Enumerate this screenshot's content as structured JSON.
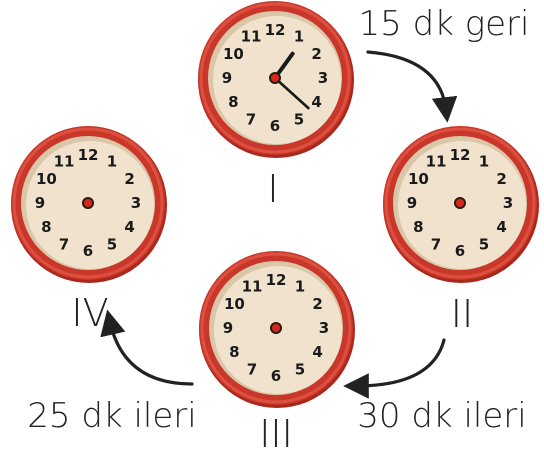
{
  "colors": {
    "rim_outer": "#a8281c",
    "rim_main": "#c9372a",
    "rim_highlight": "#dd5040",
    "face": "#f0e2cc",
    "face_shadow": "#dac6a8",
    "center_dot": "#d8271b",
    "numbers": "#1a1a1a",
    "hands": "#1a1a1a",
    "arrows": "#222222"
  },
  "clock_numbers": [
    "12",
    "1",
    "2",
    "3",
    "4",
    "5",
    "6",
    "7",
    "8",
    "9",
    "10",
    "11"
  ],
  "clocks": [
    {
      "roman": "I",
      "hands_shown": true,
      "hour_hand_pointing": 1.2,
      "minute_hand_pointing_minute": 22
    },
    {
      "roman": "II",
      "hands_shown": false
    },
    {
      "roman": "III",
      "hands_shown": false
    },
    {
      "roman": "IV",
      "hands_shown": false
    }
  ],
  "annotations": {
    "I_to_II": "15 dk geri",
    "II_to_III": "30 dk ileri",
    "III_to_IV": "25 dk ileri"
  },
  "icons": {
    "arrow_I_to_II": "curved-arrow-down-icon",
    "arrow_II_to_III": "curved-arrow-left-icon",
    "arrow_III_to_IV": "curved-arrow-up-icon"
  }
}
